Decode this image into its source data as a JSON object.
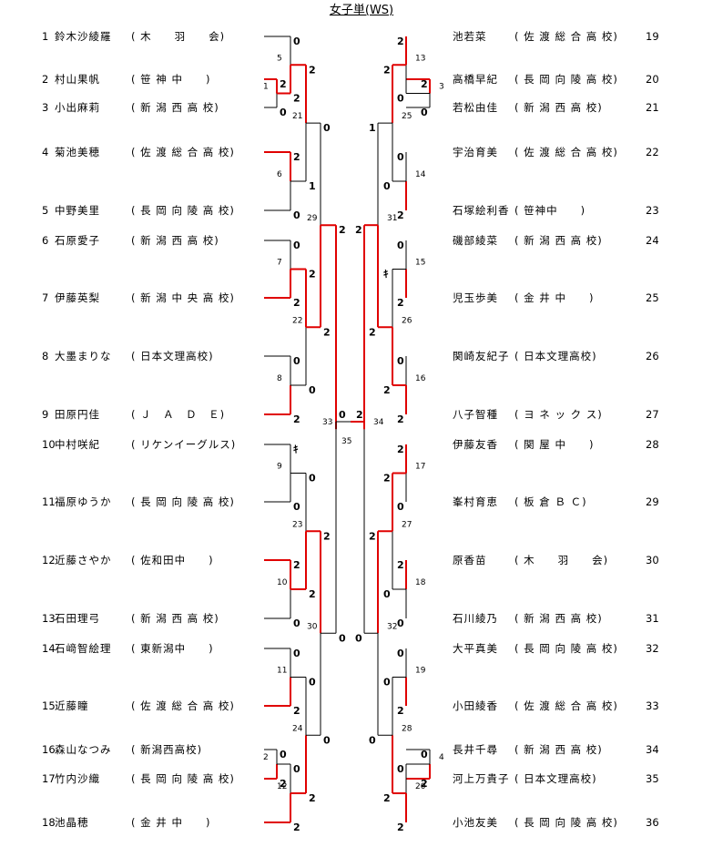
{
  "title": "女子単(WS)",
  "left_players": [
    {
      "seed": "1",
      "name": "鈴木沙綾羅",
      "aff": "( 木　　羽　　会)"
    },
    {
      "seed": "2",
      "name": "村山果帆",
      "aff": "( 笹 神 中　　)"
    },
    {
      "seed": "3",
      "name": "小出麻莉",
      "aff": "( 新 潟 西 高 校)"
    },
    {
      "seed": "4",
      "name": "菊池美穂",
      "aff": "( 佐 渡 総 合 高 校)"
    },
    {
      "seed": "5",
      "name": "中野美里",
      "aff": "( 長 岡 向 陵 高 校)"
    },
    {
      "seed": "6",
      "name": "石原愛子",
      "aff": "( 新 潟 西 高 校)"
    },
    {
      "seed": "7",
      "name": "伊藤英梨",
      "aff": "( 新 潟 中 央 高 校)"
    },
    {
      "seed": "8",
      "name": "大墨まりな",
      "aff": "( 日本文理高校)"
    },
    {
      "seed": "9",
      "name": "田原円佳",
      "aff": "( Ｊ　Ａ　Ｄ　Ｅ)"
    },
    {
      "seed": "10",
      "name": "中村咲紀",
      "aff": "( リケンイーグルス)"
    },
    {
      "seed": "11",
      "name": "福原ゆうか",
      "aff": "( 長 岡 向 陵 高 校)"
    },
    {
      "seed": "12",
      "name": "近藤さやか",
      "aff": "( 佐和田中　　)"
    },
    {
      "seed": "13",
      "name": "石田理弓",
      "aff": "( 新 潟 西 高 校)"
    },
    {
      "seed": "14",
      "name": "石﨑智絵理",
      "aff": "( 東新潟中　　)"
    },
    {
      "seed": "15",
      "name": "近藤瞳",
      "aff": "( 佐 渡 総 合 高 校)"
    },
    {
      "seed": "16",
      "name": "森山なつみ",
      "aff": "( 新潟西高校)"
    },
    {
      "seed": "17",
      "name": "竹内沙織",
      "aff": "( 長 岡 向 陵 高 校)"
    },
    {
      "seed": "18",
      "name": "池晶穂",
      "aff": "( 金 井 中　　)"
    }
  ],
  "right_players": [
    {
      "seed": "19",
      "name": "池若菜",
      "aff": "( 佐 渡 総 合 高 校)"
    },
    {
      "seed": "20",
      "name": "高橋早紀",
      "aff": "( 長 岡 向 陵 高 校)"
    },
    {
      "seed": "21",
      "name": "若松由佳",
      "aff": "( 新 潟 西 高 校)"
    },
    {
      "seed": "22",
      "name": "宇治育美",
      "aff": "( 佐 渡 総 合 高 校)"
    },
    {
      "seed": "23",
      "name": "石塚絵利香",
      "aff": "( 笹神中　　)"
    },
    {
      "seed": "24",
      "name": "磯部綾菜",
      "aff": "( 新 潟 西 高 校)"
    },
    {
      "seed": "25",
      "name": "児玉歩美",
      "aff": "( 金 井 中　　)"
    },
    {
      "seed": "26",
      "name": "関崎友紀子",
      "aff": "( 日本文理高校)"
    },
    {
      "seed": "27",
      "name": "八子智種",
      "aff": "( ヨ ネ ッ ク ス)"
    },
    {
      "seed": "28",
      "name": "伊藤友香",
      "aff": "( 関 屋 中　　)"
    },
    {
      "seed": "29",
      "name": "峯村育恵",
      "aff": "( 板 倉 Ｂ Ｃ)"
    },
    {
      "seed": "30",
      "name": "原香苗",
      "aff": "( 木　　羽　　会)"
    },
    {
      "seed": "31",
      "name": "石川綾乃",
      "aff": "( 新 潟 西 高 校)"
    },
    {
      "seed": "32",
      "name": "大平真美",
      "aff": "( 長 岡 向 陵 高 校)"
    },
    {
      "seed": "33",
      "name": "小田綾香",
      "aff": "( 佐 渡 総 合 高 校)"
    },
    {
      "seed": "34",
      "name": "長井千尋",
      "aff": "( 新 潟 西 高 校)"
    },
    {
      "seed": "35",
      "name": "河上万貴子",
      "aff": "( 日本文理高校)"
    },
    {
      "seed": "36",
      "name": "小池友美",
      "aff": "( 長 岡 向 陵 高 校)"
    }
  ],
  "colors": {
    "win": "#e00000",
    "lose": "#000000"
  },
  "matches": [
    {
      "id": "1",
      "a": "2",
      "b": "3",
      "score_a": "2",
      "score_b": "0"
    },
    {
      "id": "5",
      "a": "1",
      "b": "M1",
      "score_a": "0",
      "score_b": "2"
    },
    {
      "id": "6",
      "a": "4",
      "b": "5",
      "score_a": "2",
      "score_b": "0"
    },
    {
      "id": "21",
      "a": "M5",
      "b": "M6",
      "score_a": "2",
      "score_b": "1"
    },
    {
      "id": "7",
      "a": "6",
      "b": "7",
      "score_a": "0",
      "score_b": "2"
    },
    {
      "id": "8",
      "a": "8",
      "b": "9",
      "score_a": "0",
      "score_b": "2"
    },
    {
      "id": "22",
      "a": "M7",
      "b": "M8",
      "score_a": "2",
      "score_b": "0"
    },
    {
      "id": "29",
      "a": "M21",
      "b": "M22",
      "score_a": "0",
      "score_b": "2"
    },
    {
      "id": "9",
      "a": "10",
      "b": "11",
      "score_a": "ｷ",
      "score_b": "0"
    },
    {
      "id": "10",
      "a": "12",
      "b": "13",
      "score_a": "2",
      "score_b": "0"
    },
    {
      "id": "23",
      "a": "M9",
      "b": "M10",
      "score_a": "0",
      "score_b": "2"
    },
    {
      "id": "11",
      "a": "14",
      "b": "15",
      "score_a": "0",
      "score_b": "2"
    },
    {
      "id": "2",
      "a": "16",
      "b": "17",
      "score_a": "0",
      "score_b": "2"
    },
    {
      "id": "12",
      "a": "M2",
      "b": "18",
      "score_a": "0",
      "score_b": "2"
    },
    {
      "id": "24",
      "a": "M11",
      "b": "M12",
      "score_a": "0",
      "score_b": "2"
    },
    {
      "id": "30",
      "a": "M23",
      "b": "M24",
      "score_a": "2",
      "score_b": "0"
    },
    {
      "id": "33",
      "a": "M29",
      "b": "M30",
      "score_a": "2",
      "score_b": "0"
    },
    {
      "id": "3",
      "a": "20",
      "b": "21",
      "score_a": "2",
      "score_b": "0"
    },
    {
      "id": "13",
      "a": "19",
      "b": "M3",
      "score_a": "2",
      "score_b": "0"
    },
    {
      "id": "14",
      "a": "22",
      "b": "23",
      "score_a": "0",
      "score_b": "2"
    },
    {
      "id": "25",
      "a": "M13",
      "b": "M14",
      "score_a": "2",
      "score_b": "0"
    },
    {
      "id": "15",
      "a": "24",
      "b": "25",
      "score_a": "0",
      "score_b": "2"
    },
    {
      "id": "16",
      "a": "26",
      "b": "27",
      "score_a": "0",
      "score_b": "2"
    },
    {
      "id": "26",
      "a": "M15",
      "b": "M16",
      "score_a": "ｷ",
      "score_b": "2"
    },
    {
      "id": "31",
      "a": "M25",
      "b": "M26",
      "score_a": "1",
      "score_b": "2"
    },
    {
      "id": "17",
      "a": "28",
      "b": "29",
      "score_a": "2",
      "score_b": "0"
    },
    {
      "id": "18",
      "a": "30",
      "b": "31",
      "score_a": "2",
      "score_b": "0"
    },
    {
      "id": "27",
      "a": "M17",
      "b": "M18",
      "score_a": "2",
      "score_b": "0"
    },
    {
      "id": "19",
      "a": "32",
      "b": "33",
      "score_a": "0",
      "score_b": "2"
    },
    {
      "id": "4",
      "a": "34",
      "b": "35",
      "score_a": "0",
      "score_b": "2"
    },
    {
      "id": "20",
      "a": "M4",
      "b": "36",
      "score_a": "0",
      "score_b": "2"
    },
    {
      "id": "28",
      "a": "M19",
      "b": "M20",
      "score_a": "0",
      "score_b": "2"
    },
    {
      "id": "32",
      "a": "M27",
      "b": "M28",
      "score_a": "2",
      "score_b": "0"
    },
    {
      "id": "34",
      "a": "M31",
      "b": "M32",
      "score_a": "2",
      "score_b": "0"
    },
    {
      "id": "35",
      "a": "M33",
      "b": "M34",
      "score_a": "0",
      "score_b": "2"
    }
  ]
}
